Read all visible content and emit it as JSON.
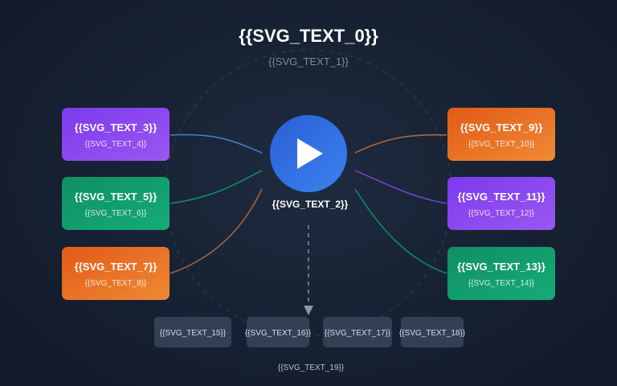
{
  "title": "{{SVG_TEXT_0}}",
  "subtitle": "{{SVG_TEXT_1}}",
  "hub": {
    "label": "{{SVG_TEXT_2}}",
    "icon": "play-icon"
  },
  "nodes": {
    "left_1": {
      "title": "{{SVG_TEXT_3}}",
      "sub": "{{SVG_TEXT_4}}",
      "color": "#8b44e8"
    },
    "left_2": {
      "title": "{{SVG_TEXT_5}}",
      "sub": "{{SVG_TEXT_6}}",
      "color": "#11a06f"
    },
    "left_3": {
      "title": "{{SVG_TEXT_7}}",
      "sub": "{{SVG_TEXT_8}}",
      "color": "#e8671f"
    },
    "right_1": {
      "title": "{{SVG_TEXT_9}}",
      "sub": "{{SVG_TEXT_10}}",
      "color": "#e8671f"
    },
    "right_2": {
      "title": "{{SVG_TEXT_11}}",
      "sub": "{{SVG_TEXT_12}}",
      "color": "#8b44e8"
    },
    "right_3": {
      "title": "{{SVG_TEXT_13}}",
      "sub": "{{SVG_TEXT_14}}",
      "color": "#11a06f"
    }
  },
  "chips": [
    "{{SVG_TEXT_15}}",
    "{{SVG_TEXT_16}}",
    "{{SVG_TEXT_17}}",
    "{{SVG_TEXT_18}}"
  ],
  "footer": "{{SVG_TEXT_19}}",
  "colors": {
    "background": "#131c2c",
    "hub": "#2f6fe6",
    "purple": "#8b44e8",
    "green": "#11a06f",
    "orange": "#e8671f",
    "chip": "#334054",
    "connector_blue": "#4f86d8"
  }
}
